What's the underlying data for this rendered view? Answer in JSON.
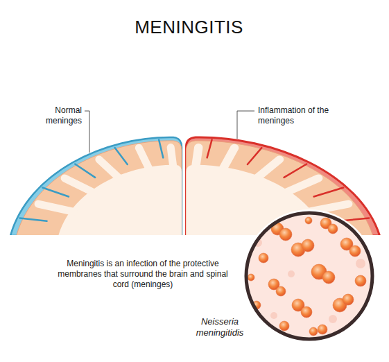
{
  "diagram": {
    "title": "MENINGITIS",
    "labels": [
      "Normal meninges",
      "Inflammation of the meninges",
      "Meningitis is an infection of the protective membranes that surround the brain and spinal cord (meninges)",
      "Neisseria meningitidis"
    ]
  }
}
